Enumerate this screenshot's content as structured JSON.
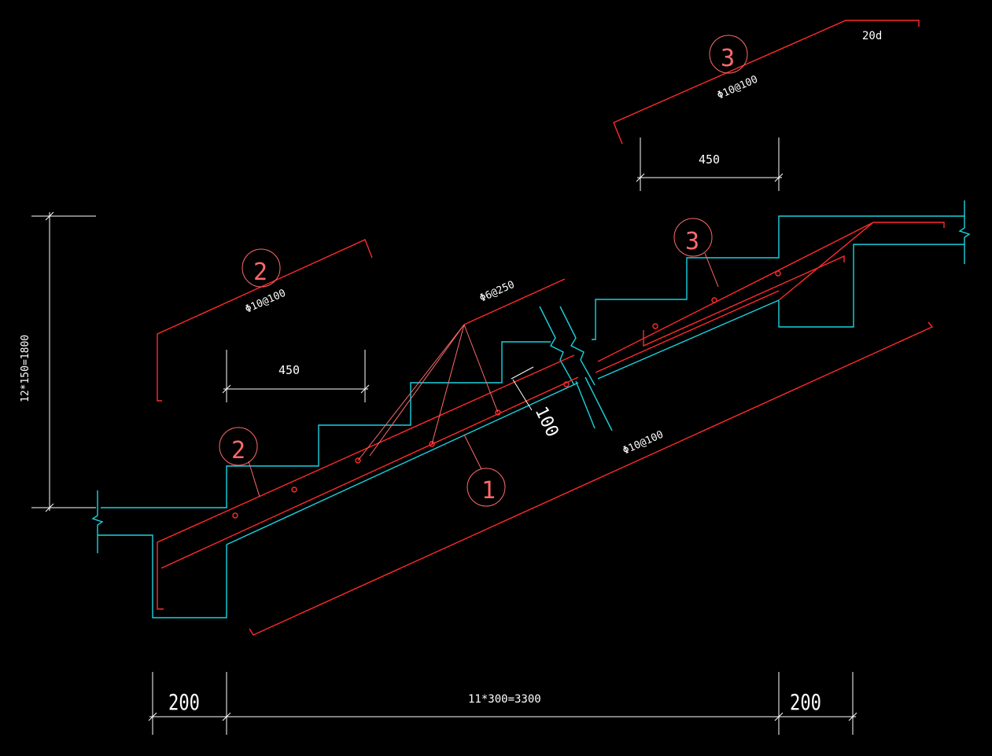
{
  "colors": {
    "background": "#000000",
    "concrete": "#19d3e0",
    "rebar": "#ff2a2a",
    "dimension": "#ffffff",
    "label": "#ff6a6a"
  },
  "labels": {
    "dim_height": "12*150=1800",
    "dim_bottom_left": "200",
    "dim_bottom_mid": "11*300=3300",
    "dim_bottom_right": "200",
    "dim_450_left": "450",
    "dim_450_right": "450",
    "dim_100": "100",
    "rebar_top_left": "Φ10@100",
    "rebar_top_right": "Φ10@100",
    "rebar_bottom": "Φ10@100",
    "rebar_dist": "Φ6@250",
    "anchor": "20d",
    "mark_1": "1",
    "mark_2_detail": "2",
    "mark_2_main": "2",
    "mark_3_detail": "3",
    "mark_3_main": "3"
  }
}
